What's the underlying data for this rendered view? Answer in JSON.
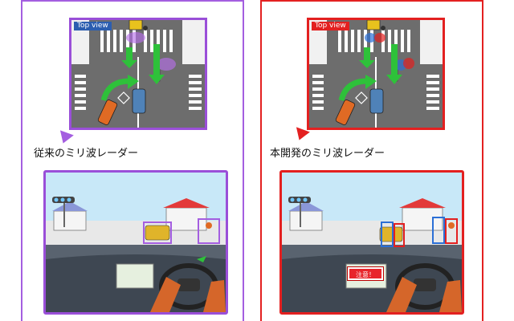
{
  "panels": [
    {
      "caption": "従来のミリ波レーダー",
      "topview_label": "Top view",
      "accent": "#a45ee0"
    },
    {
      "caption": "本開発のミリ波レーダー",
      "topview_label": "Top view",
      "accent": "#e32020",
      "alert_text": "注意！"
    }
  ],
  "colors": {
    "road": "#6d6d6d",
    "arrow": "#2ec13a",
    "detect_blue": "#2b6fd6",
    "detect_red": "#e32020",
    "detect_purple": "#9a4fd8"
  }
}
